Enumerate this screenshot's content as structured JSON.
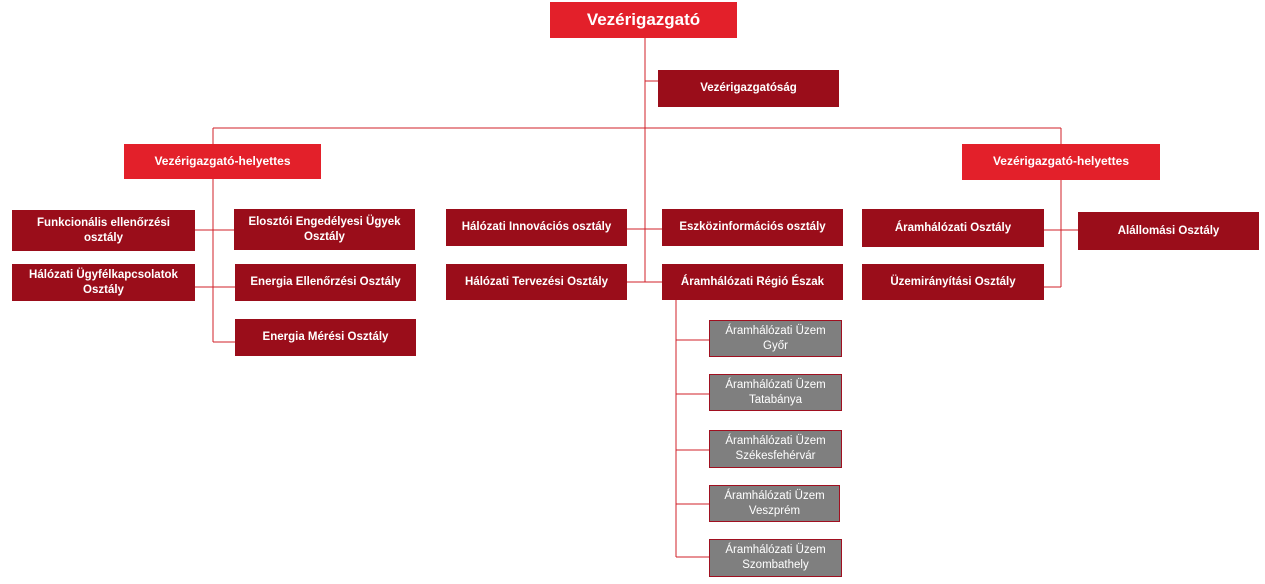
{
  "chart": {
    "ceo": "Vezérigazgató",
    "ceo_office": "Vezérigazgatóság",
    "deputy_left": "Vezérigazgató-helyettes",
    "deputy_right": "Vezérigazgató-helyettes",
    "left_col1": [
      "Funkcionális ellenőrzési osztály",
      "Hálózati Ügyfélkapcsolatok Osztály"
    ],
    "left_col2": [
      "Elosztói Engedélyesi Ügyek Osztály",
      "Energia Ellenőrzési Osztály",
      "Energia Mérési Osztály"
    ],
    "center_left": [
      "Hálózati Innovációs osztály",
      "Hálózati Tervezési Osztály"
    ],
    "center_right": [
      "Eszközinformációs osztály",
      "Áramhálózati  Régió Észak"
    ],
    "plants": [
      "Áramhálózati Üzem Győr",
      "Áramhálózati Üzem Tatabánya",
      "Áramhálózati Üzem Székesfehérvár",
      "Áramhálózati Üzem Veszprém",
      "Áramhálózati Üzem Szombathely"
    ],
    "right_col1": [
      "Áramhálózati Osztály",
      "Üzemirányítási Osztály"
    ],
    "right_col2": [
      "Alállomási  Osztály"
    ]
  }
}
